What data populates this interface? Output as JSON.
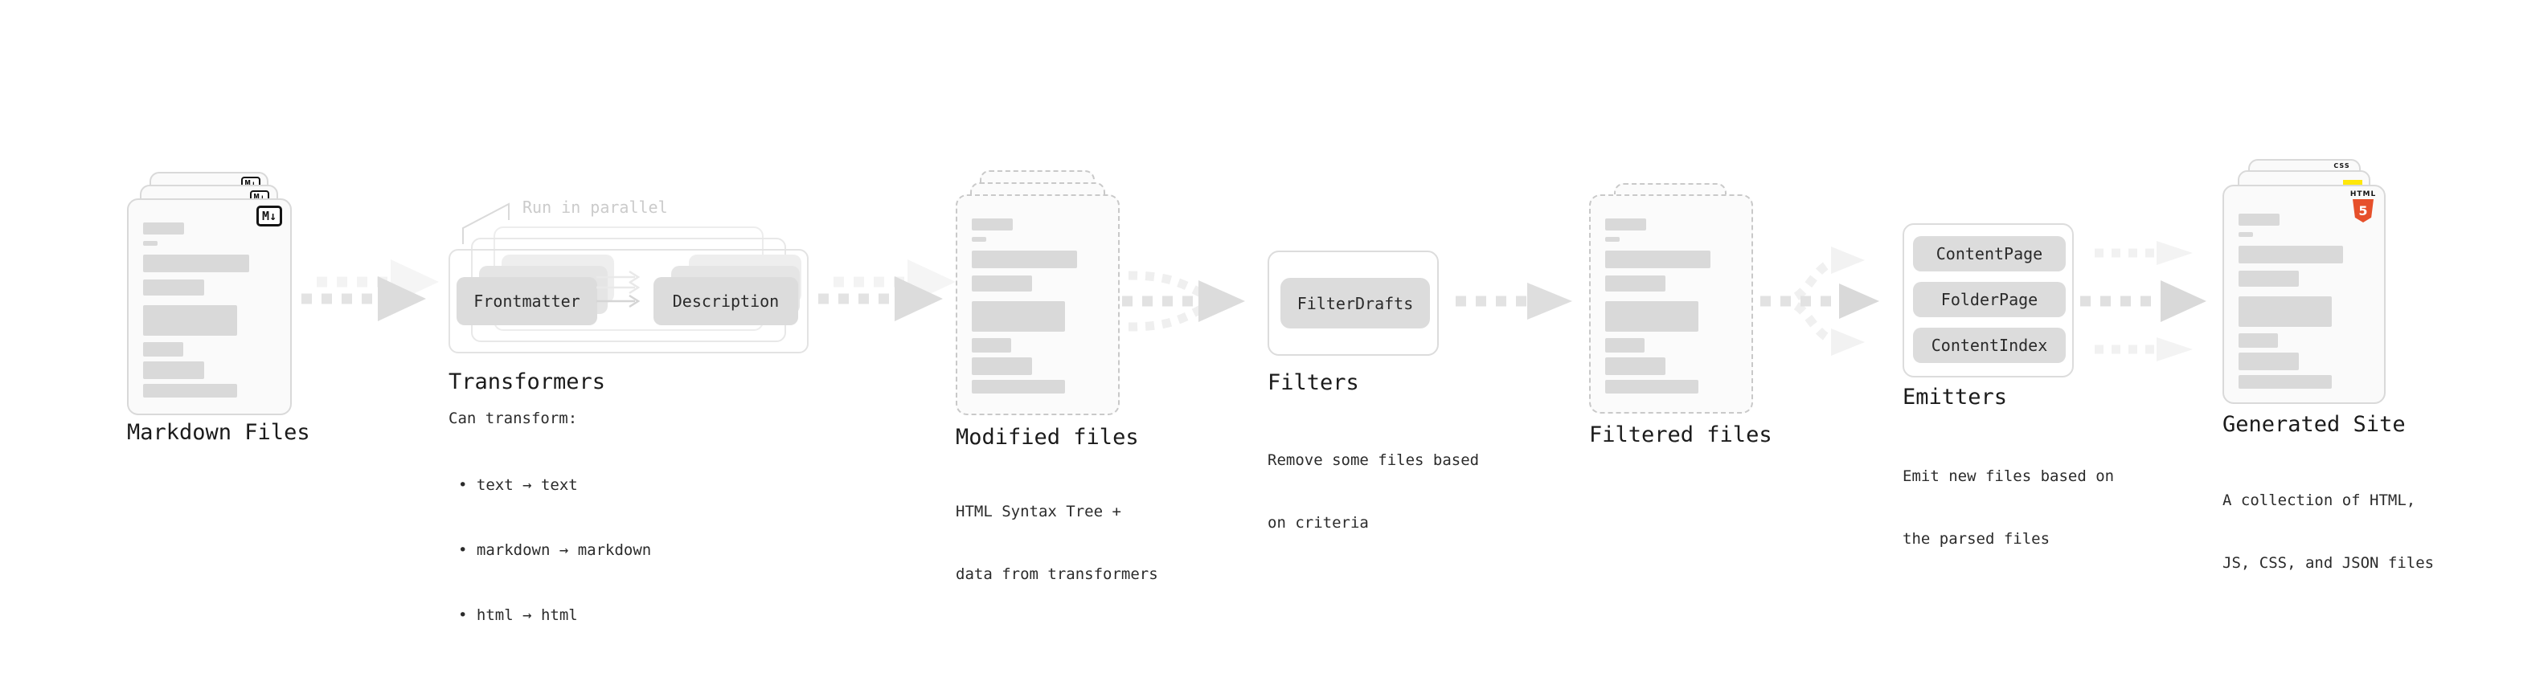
{
  "colors": {
    "accent_orange": "#e6502b",
    "accent_yellow": "#ffe70a",
    "accent_blue": "#2d62e2",
    "bar_gray": "#d9d9d9",
    "pill_gray": "#dcdcdc"
  },
  "icons": {
    "markdown_badge": "M↓"
  },
  "stages": {
    "markdown": {
      "title": "Markdown Files"
    },
    "transformers": {
      "annotation": "Run in parallel",
      "pill_left": "Frontmatter",
      "pill_right": "Description",
      "title": "Transformers",
      "intro": "Can transform:",
      "bullets": [
        "• text → text",
        "• markdown → markdown",
        "• html → html"
      ]
    },
    "modified": {
      "title": "Modified files",
      "subtitle": [
        "HTML Syntax Tree +",
        "data from transformers"
      ]
    },
    "filters": {
      "pill": "FilterDrafts",
      "title": "Filters",
      "subtitle": [
        "Remove some files based",
        "on criteria"
      ]
    },
    "filtered": {
      "title": "Filtered files"
    },
    "emitters": {
      "pills": [
        "ContentPage",
        "FolderPage",
        "ContentIndex"
      ],
      "title": "Emitters",
      "subtitle": [
        "Emit new files based on",
        "the parsed files"
      ]
    },
    "generated": {
      "title": "Generated Site",
      "subtitle": [
        "A collection of HTML,",
        "JS, CSS, and JSON files"
      ],
      "badge_css": "CSS",
      "badge_html_word": "HTML",
      "badge_html_number": "5"
    }
  }
}
